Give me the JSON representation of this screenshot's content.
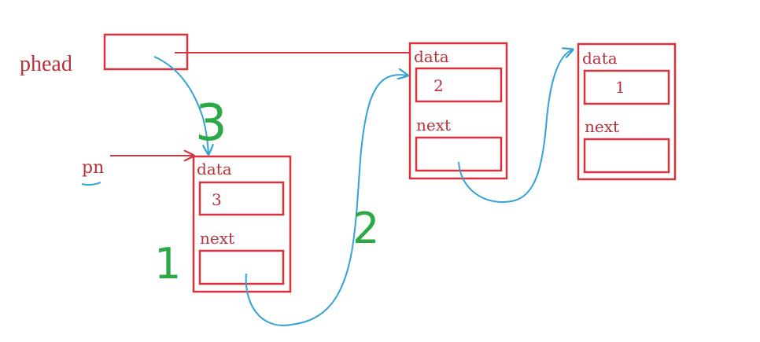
{
  "labels": {
    "phead": "phead",
    "pn": "pn"
  },
  "nodes": [
    {
      "id": "node-new",
      "data_label": "data",
      "value": "3",
      "next_label": "next"
    },
    {
      "id": "node-mid",
      "data_label": "data",
      "value": "2",
      "next_label": "next"
    },
    {
      "id": "node-last",
      "data_label": "data",
      "value": "1",
      "next_label": "next"
    }
  ],
  "step_numbers": [
    "1",
    "2",
    "3"
  ],
  "colors": {
    "box": "#d6333d",
    "arrow_blue": "#33a3d6",
    "step_green": "#2ca845",
    "text": "#b9303a"
  }
}
